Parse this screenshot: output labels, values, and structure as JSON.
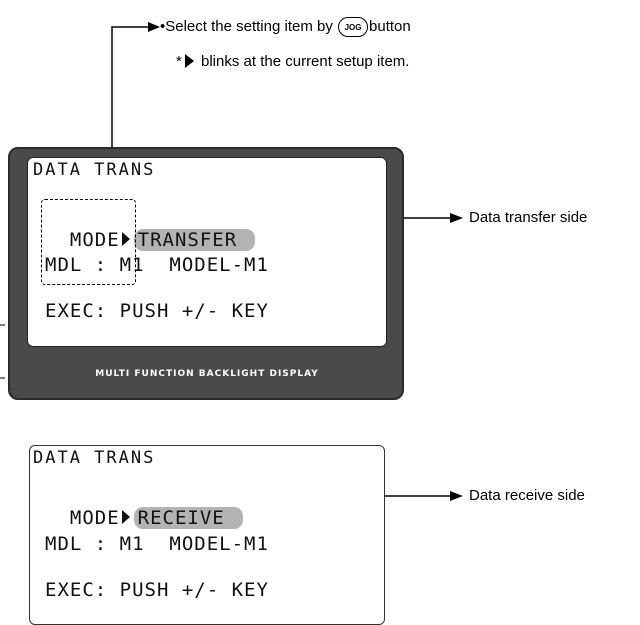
{
  "notes": {
    "select_before": "•Select the setting item by ",
    "jog_label": "JOG",
    "select_after": "button",
    "blink_prefix": "*",
    "blink_text": " blinks at the current setup item."
  },
  "screen1": {
    "title": "DATA TRANS",
    "mode_label": "MODE",
    "mode_value": "TRANSFER",
    "mdl_line": "MDL : M1  MODEL-M1",
    "exec_line": "EXEC: PUSH +/- KEY"
  },
  "device": {
    "footer": "MULTI FUNCTION BACKLIGHT DISPLAY"
  },
  "screen2": {
    "title": "DATA TRANS",
    "mode_label": "MODE",
    "mode_value": "RECEIVE",
    "mdl_line": "MDL : M1  MODEL-M1",
    "exec_line": "EXEC: PUSH +/- KEY"
  },
  "callouts": {
    "transfer_side": "Data transfer side",
    "receive_side": "Data receive side"
  }
}
